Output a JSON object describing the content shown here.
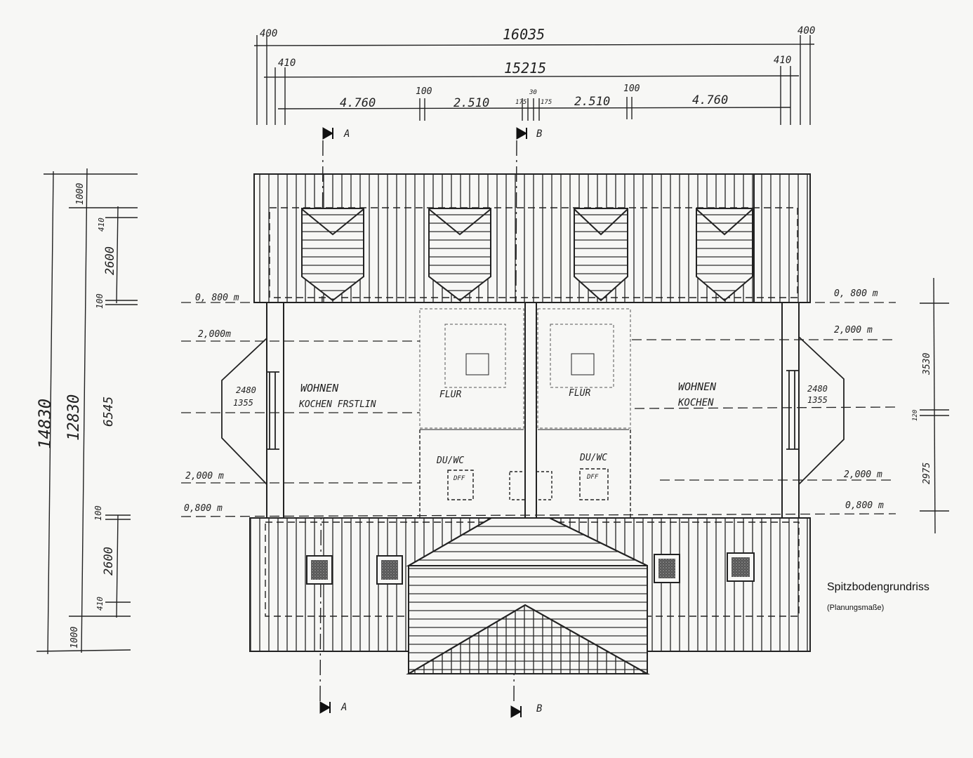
{
  "title": "Spitzbodengrundriss",
  "subtitle": "(Planungsmaße)",
  "top_dims": {
    "outer_total": "16035",
    "outer_overhang_left": "400",
    "outer_overhang_right": "400",
    "inner_total": "15215",
    "inner_wall_left": "410",
    "inner_wall_right": "410",
    "seg1": "4.760",
    "seg2": "2.510",
    "seg3": "2.510",
    "seg4": "4.760",
    "gap_left": "100",
    "gap_right": "100",
    "mid_a": "175",
    "mid_b": "175",
    "mid_c": "30"
  },
  "left_dims": {
    "total_outer": "14830",
    "total_inner": "12830",
    "top_overhang": "1000",
    "top_wall": "410",
    "top_roof": "2600",
    "top_gap": "100",
    "middle": "6545",
    "bot_gap": "100",
    "bot_roof": "2600",
    "bot_wall": "410",
    "bot_overhang": "1000"
  },
  "right_dims": {
    "upper": "3530",
    "mid": "120",
    "lower": "2975"
  },
  "heights": {
    "left_top_080": "0, 800 m",
    "left_top_200": "2,000m",
    "left_bot_200": "2,000 m",
    "left_bot_080": "0,800 m",
    "right_top_080": "0, 800 m",
    "right_top_200": "2,000 m",
    "right_bot_200": "2,000 m",
    "right_bot_080": "0,800 m"
  },
  "rooms": {
    "left_wohnen": "WOHNEN",
    "left_kochen": "KOCHEN FRSTLIN",
    "right_wohnen": "WOHNEN",
    "right_kochen": "KOCHEN",
    "left_flur": "FLUR",
    "right_flur": "FLUR",
    "left_duwc": "DU/WC",
    "right_duwc": "DU/WC",
    "left_dff": "DFF",
    "right_dff": "DFF"
  },
  "window_dims": {
    "left_top": "2480",
    "left_bot": "1355",
    "right_top": "2480",
    "right_bot": "1355"
  },
  "sections": {
    "a_top": "A",
    "b_top": "B",
    "a_bottom": "A",
    "b_bottom": "B"
  }
}
